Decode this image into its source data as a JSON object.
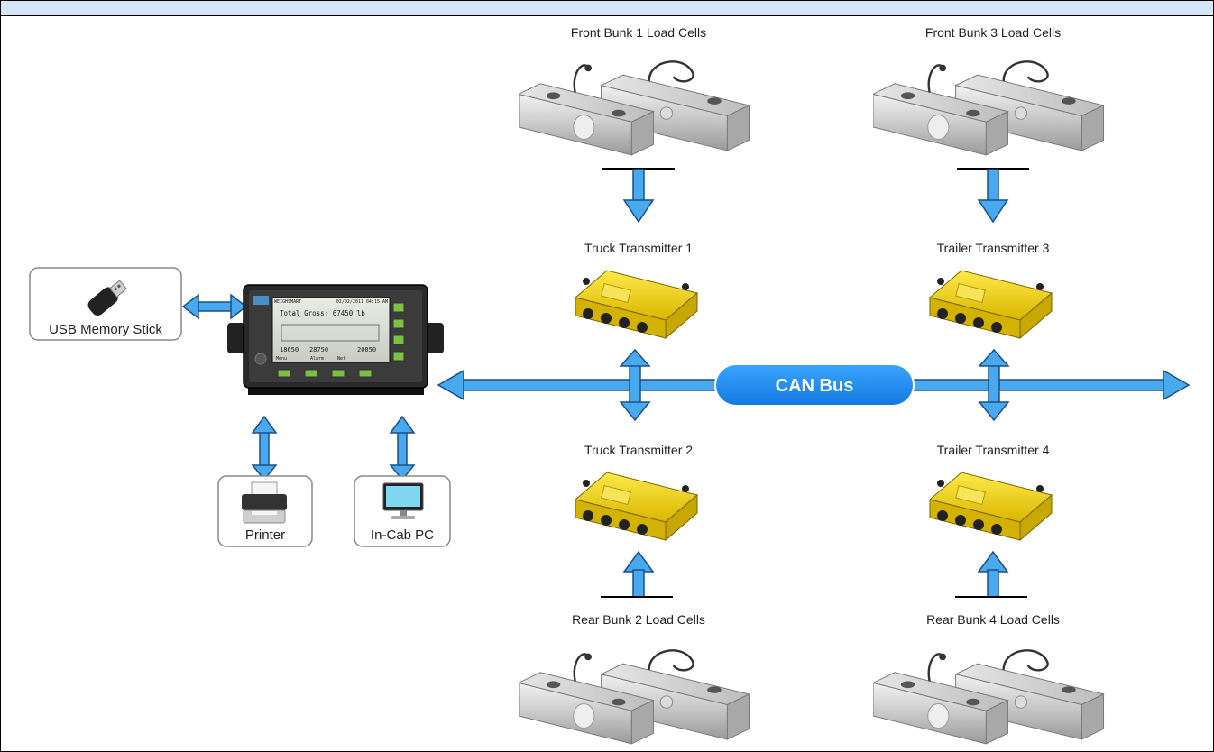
{
  "labels": {
    "front_bunk_1": "Front Bunk 1 Load Cells",
    "front_bunk_3": "Front Bunk 3 Load Cells",
    "truck_tx_1": "Truck Transmitter 1",
    "trailer_tx_3": "Trailer Transmitter 3",
    "truck_tx_2": "Truck Transmitter 2",
    "trailer_tx_4": "Trailer Transmitter 4",
    "rear_bunk_2": "Rear Bunk 2 Load Cells",
    "rear_bunk_4": "Rear Bunk 4 Load Cells",
    "can_bus": "CAN Bus",
    "usb": "USB Memory Stick",
    "printer": "Printer",
    "pc": "In-Cab PC"
  },
  "display": {
    "header": "02/02/2011 04:15 AM",
    "brand": "WEIGHSMART",
    "gross": "Total Gross: 67450 lb",
    "v1": "18650",
    "v2": "28750",
    "v3": "20050",
    "menu1": "Menu",
    "menu2": "Alarm",
    "menu3": "Net"
  },
  "colors": {
    "arrow_fill": "#49a9ef",
    "arrow_stroke": "#1b4f8a",
    "bus_pill": "#1e90ff",
    "transmitter": "#f4d40a",
    "header_bar": "#d4e6f5"
  }
}
